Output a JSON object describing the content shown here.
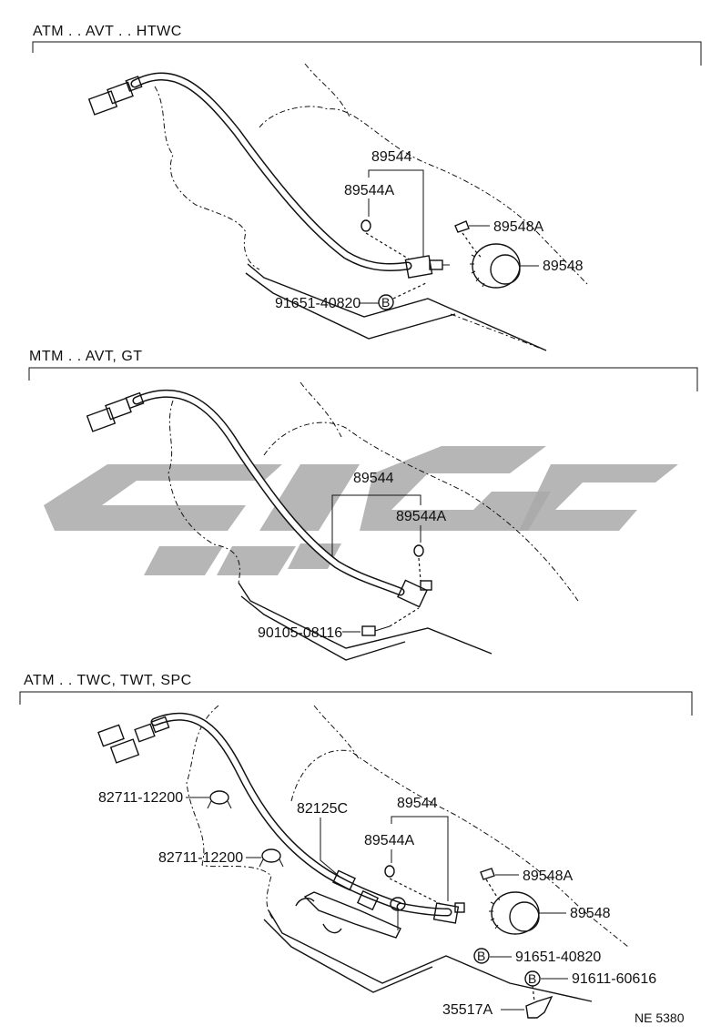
{
  "sections": [
    {
      "header": "ATM . . AVT . . HTWC",
      "labels": {
        "p1": "89544",
        "p2": "89544A",
        "p3": "89548A",
        "p4": "89548",
        "p5": "91651-40820",
        "badge": "B"
      }
    },
    {
      "header": "MTM . . AVT, GT",
      "labels": {
        "p1": "89544",
        "p2": "89544A",
        "p3": "90105-08116"
      }
    },
    {
      "header": "ATM . . TWC, TWT, SPC",
      "labels": {
        "p1": "82711-12200",
        "p2": "82711-12200",
        "p3": "82125C",
        "p4": "89544",
        "p5": "89544A",
        "p6": "89548A",
        "p7": "89548",
        "p8": "91651-40820",
        "p9": "91611-60616",
        "p10": "35517A",
        "badge1": "B",
        "badge2": "B"
      }
    }
  ],
  "footer_code": "NE  5380",
  "colors": {
    "line": "#111111",
    "watermark": "#a9a9a9",
    "background": "#ffffff"
  }
}
